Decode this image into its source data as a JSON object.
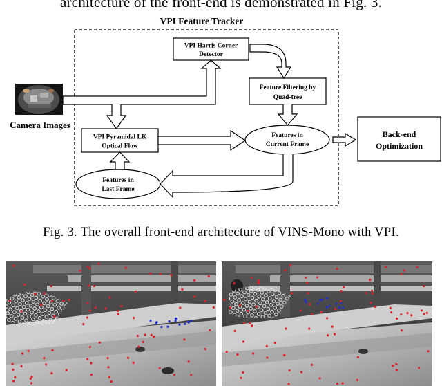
{
  "top_text": "architecture of the front-end is demonstrated in Fig. 3.",
  "diagram": {
    "title": "VPI Feature Tracker",
    "camera_label": "Camera Images",
    "harris_line1": "VPI Harris Corner",
    "harris_line2": "Detector",
    "filter_line1": "Feature Filtering by",
    "filter_line2": "Quad-tree",
    "lk_line1": "VPI Pyramidal LK",
    "lk_line2": "Optical Flow",
    "current_line1": "Features in",
    "current_line2": "Current Frame",
    "last_line1": "Features in",
    "last_line2": "Last Frame",
    "backend_line1": "Back-end",
    "backend_line2": "Optimization"
  },
  "caption": "Fig. 3.   The overall front-end architecture of VINS-Mono with VPI.",
  "colors": {
    "red_feature": "#e0202a",
    "blue_feature": "#2030d0"
  }
}
